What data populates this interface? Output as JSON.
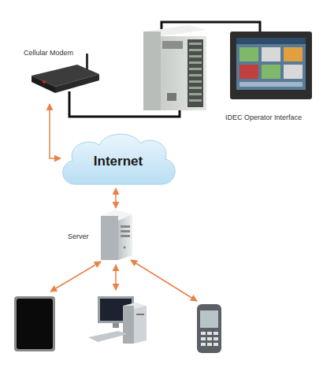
{
  "diagram": {
    "nodes": [
      {
        "text": [
          "Cellular Modem"
        ]
      },
      {
        "text": [
          "IDEC Operator Interface"
        ]
      },
      {
        "text": [
          "Internet"
        ]
      },
      {
        "text": [
          "Server"
        ]
      }
    ],
    "edges": [
      {
        "from": 0,
        "to": 2,
        "arrow": "both"
      },
      {
        "from": 2,
        "to": 3,
        "arrow": "both"
      }
    ]
  }
}
